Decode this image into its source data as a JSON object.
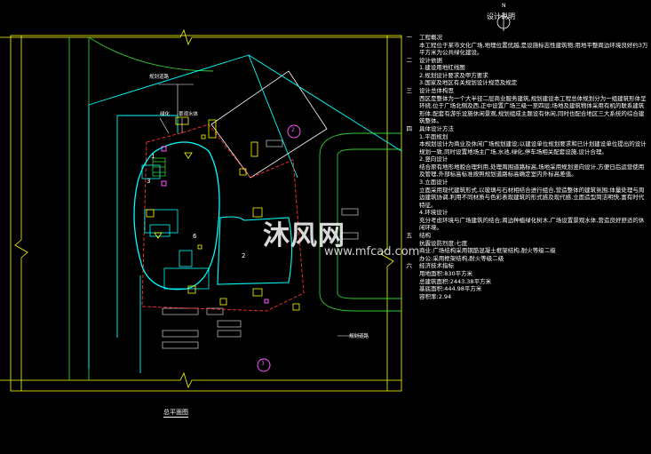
{
  "sheet": {
    "title_block": "设计说明",
    "north_mark": "N",
    "plan_title": "总平面图"
  },
  "plan_labels": {
    "zone1": "1",
    "zone2": "2",
    "zone3": "3",
    "zone6": "6",
    "circle2": "2",
    "circle3": "3",
    "road_left": "规划道路",
    "road_right": "规划道路",
    "tag_a": "绿化",
    "tag_b": "景观水体"
  },
  "notes": [
    {
      "num": "一",
      "title": "工程概况"
    },
    {
      "text": "本工程位于某市文化广场,地理位置优越,是设施标志性建筑物;用地平整周边环境良好约3万平方米为公共绿化建设。"
    },
    {
      "num": "二",
      "title": "设计依据"
    },
    {
      "text": "1.建设用地红线图"
    },
    {
      "text": "2.规划设计要求及甲方要求"
    },
    {
      "text": "3.国家及地区有关规划设计规范及规定"
    },
    {
      "num": "三",
      "title": "设计总体构思"
    },
    {
      "text": "西区是整体为一个大半径二层商业服务建筑,规划建设本工程总体规划分为一组建筑形体呈环绕,位于广场北侧及西,正中设置广场三级一至四层;场地及建筑物体采用有机的联系建筑形体;配套有游乐设施休闲景观,规划组成主题设有休闲,同时也配合地区三大系统的综合建筑整体。"
    },
    {
      "num": "四",
      "title": "具体设计方法"
    },
    {
      "text": "1.平面规划"
    },
    {
      "text": "本规划设计为商业及休闲广场规划建设;以建设单位规划要求和已计划建设单位提出的设计规划一致,同时设置地场主广场,水池,绿化,停车场相关配套设施,设计合理。"
    },
    {
      "text": "2.竖向设计"
    },
    {
      "text": "结合原有地形地貌合理利用,处理周围道路标高,场地采用规划竖向设计,方便日后运营使用及管理,外部标高标准按照规划道路标高确定室内外标高差值。"
    },
    {
      "text": "3.立面设计"
    },
    {
      "text": "立面采用现代建筑形式,以玻璃与石材相结合进行组合,营造整体的建筑氛围;体量处理与周边建筑协调,利用不同材质与色彩表现建筑的形式感及现代感,立面造型简洁明快,富有时代特征。"
    },
    {
      "text": "4.环境设计"
    },
    {
      "text": "充分考虑环境与广场建筑的结合;周边种植绿化树木,广场设置景观水体,营造良好舒适的休闲环境。"
    },
    {
      "num": "五",
      "title": "结构"
    },
    {
      "text": "抗震设防烈度:七度"
    },
    {
      "text": "商业:广场结构采用钢筋混凝土框架结构,耐火等级二级"
    },
    {
      "text": "办公:采用框架结构,耐火等级二级"
    },
    {
      "num": "六",
      "title": "经济技术指标"
    },
    {
      "text": "用地面积:830平方米"
    },
    {
      "text": "总建筑面积:2443.38平方米"
    },
    {
      "text": "基底面积:444.98平方米"
    },
    {
      "text": "容积率:2.94"
    }
  ],
  "watermark": {
    "brand": "沐风网",
    "url": "www.mfcad.com"
  },
  "colors": {
    "background": "#000000",
    "cyan": "#00ffff",
    "red": "#ff3030",
    "green": "#33cc33",
    "yellow": "#ffff00",
    "magenta": "#ff55ff",
    "white": "#ffffff"
  }
}
